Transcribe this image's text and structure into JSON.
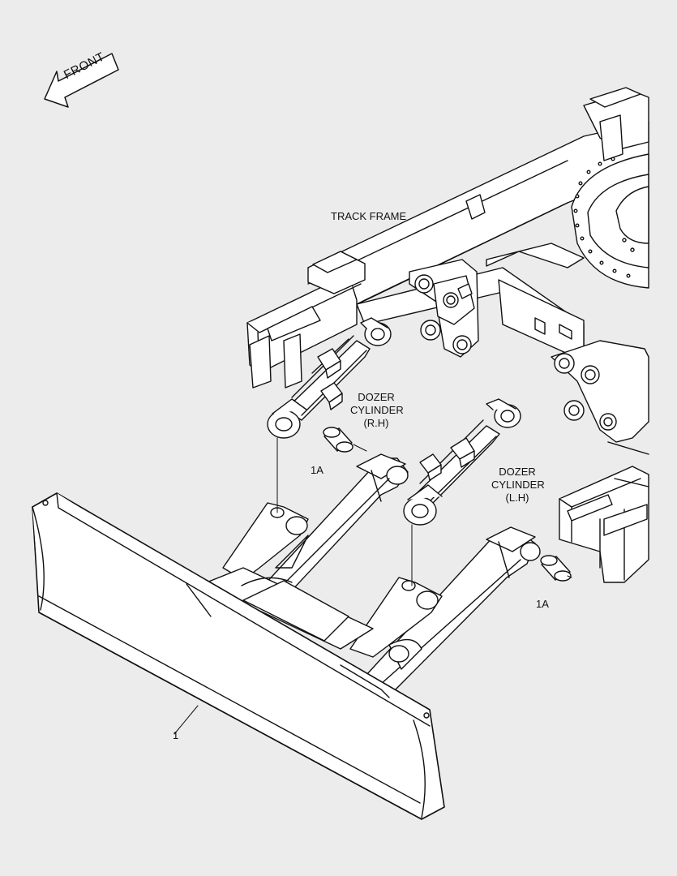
{
  "front_arrow": {
    "text": "FRONT",
    "icon": "front-arrow-icon"
  },
  "labels": {
    "track_frame": "TRACK FRAME",
    "dozer_cylinder_rh": [
      "DOZER",
      "CYLINDER",
      "(R.H)"
    ],
    "dozer_cylinder_lh": [
      "DOZER",
      "CYLINDER",
      "(L.H)"
    ],
    "part_1a_upper": "1A",
    "part_1a_lower": "1A",
    "part_1": "1"
  },
  "colors": {
    "line": "#111111",
    "background": "#ececec",
    "fill": "#ffffff"
  }
}
